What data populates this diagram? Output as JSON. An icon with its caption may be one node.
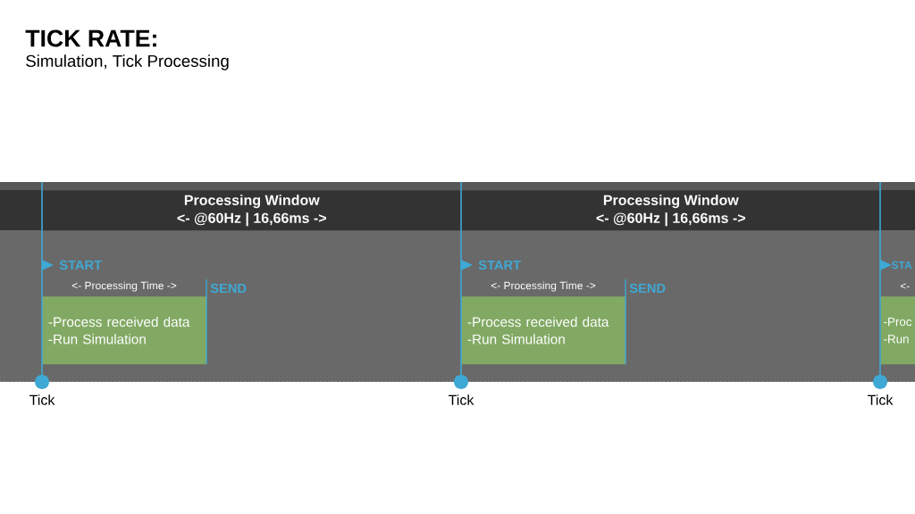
{
  "diagram": {
    "title": "TICK RATE:",
    "nodes": [
      {
        "text": [
          "Processing Window",
          "<- @60Hz | 16,66ms ->"
        ]
      },
      {
        "text": [
          "Processing Window",
          "<- @60Hz | 16,66ms ->"
        ]
      },
      {
        "text": [
          "-Process received data",
          "-Run Simulation"
        ],
        "beside": [
          "<- Processing Time ->"
        ]
      },
      {
        "text": [
          "-Process received data",
          "-Run Simulation"
        ],
        "beside": [
          "<- Processing Time ->"
        ]
      },
      {
        "text": [
          "-Proc",
          "-Run"
        ],
        "beside": [
          "<-"
        ]
      }
    ],
    "labels": [
      "Simulation, Tick Processing",
      "START",
      "START",
      "STA",
      "SEND",
      "SEND",
      "Tick",
      "Tick",
      "Tick"
    ]
  }
}
